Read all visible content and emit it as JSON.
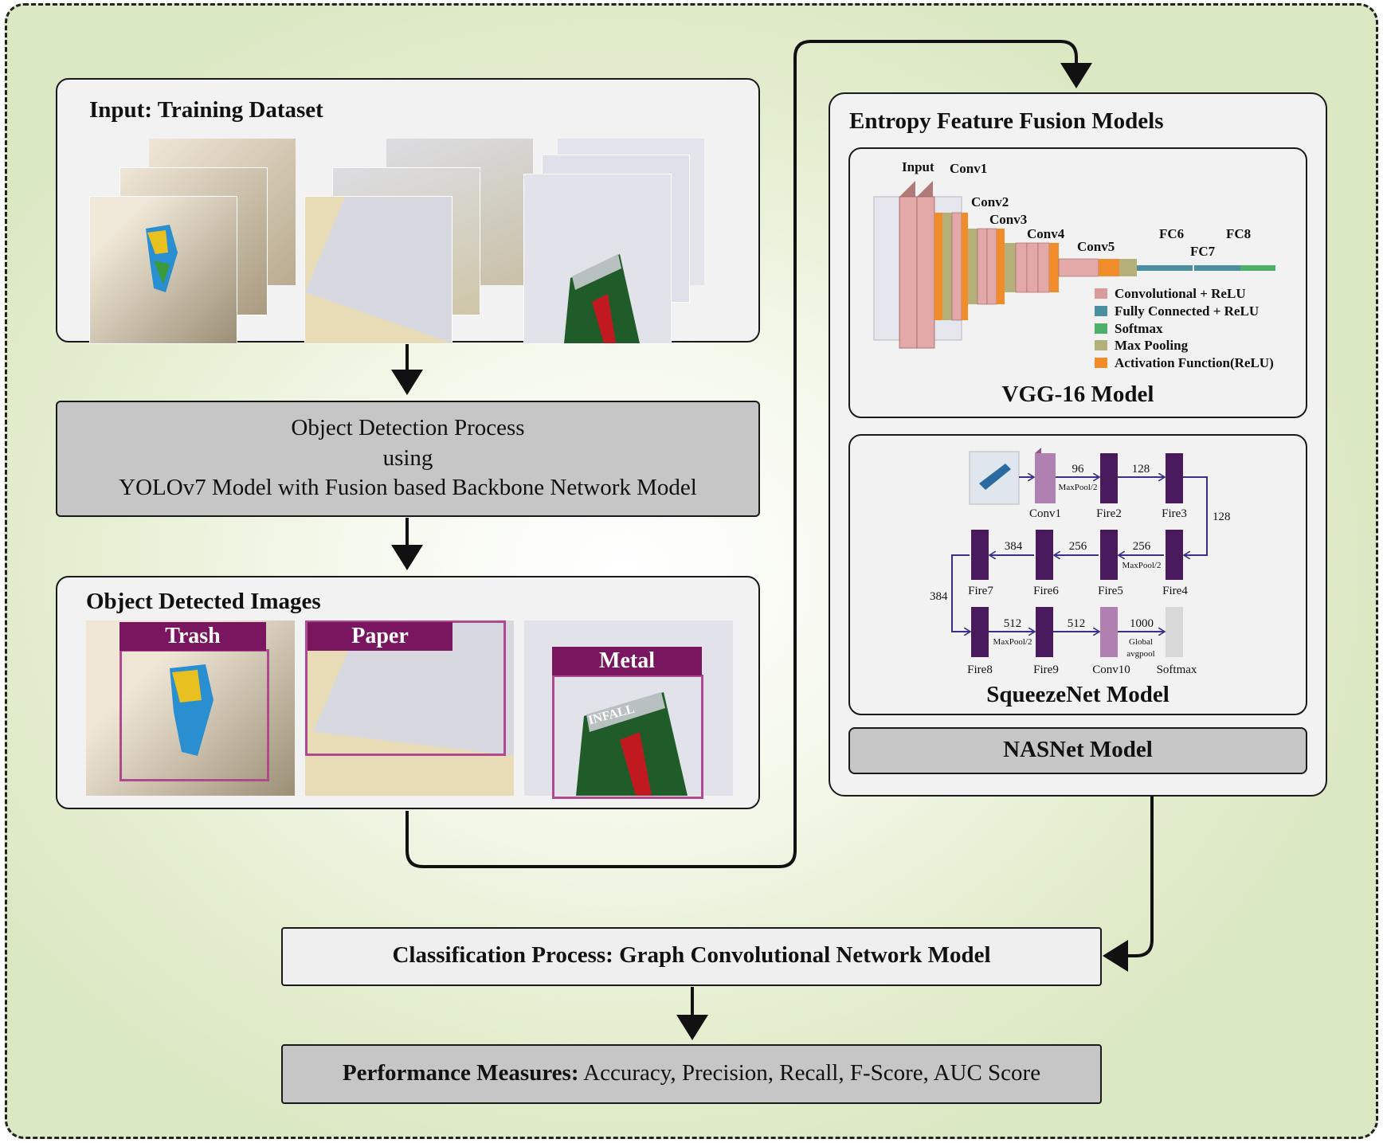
{
  "input_panel": {
    "title": "Input: Training Dataset"
  },
  "detection": {
    "line1": "Object Detection Process",
    "line2": "using",
    "line3": "YOLOv7 Model with Fusion based Backbone Network Model"
  },
  "detected_panel": {
    "title": "Object Detected Images",
    "labels": [
      "Trash",
      "Paper",
      "Metal"
    ],
    "can_text": "INFALL"
  },
  "fusion_panel": {
    "title": "Entropy Feature Fusion Models"
  },
  "vgg": {
    "title": "VGG-16 Model",
    "layer_labels": [
      "Input",
      "Conv1",
      "Conv2",
      "Conv3",
      "Conv4",
      "Conv5",
      "FC6",
      "FC7",
      "FC8"
    ],
    "legend": [
      {
        "label": "Convolutional + ReLU",
        "color": "#d99a9a"
      },
      {
        "label": "Fully Connected + ReLU",
        "color": "#4a8fa0"
      },
      {
        "label": "Softmax",
        "color": "#4caf6a"
      },
      {
        "label": "Max Pooling",
        "color": "#b5b07a"
      },
      {
        "label": "Activation Function(ReLU)",
        "color": "#f08c2a"
      }
    ]
  },
  "squeezenet": {
    "title": "SqueezeNet Model",
    "nodes": [
      "Conv1",
      "Fire2",
      "Fire3",
      "Fire4",
      "Fire5",
      "Fire6",
      "Fire7",
      "Fire8",
      "Fire9",
      "Conv10",
      "Softmax"
    ],
    "edge_labels": [
      "96",
      "128",
      "128",
      "256",
      "256",
      "384",
      "384",
      "512",
      "512",
      "1000"
    ],
    "notes": [
      "MaxPool/2",
      "MaxPool/2",
      "MaxPool/2",
      "Global",
      "avgpool"
    ]
  },
  "nasnet": {
    "title": "NASNet Model"
  },
  "classification": {
    "title": "Classification Process: Graph Convolutional Network Model"
  },
  "performance": {
    "label": "Performance Measures:",
    "metrics": "Accuracy, Precision, Recall, F-Score, AUC Score"
  },
  "colors": {
    "accent": "#7a1660",
    "panel_border": "#1a1a1a",
    "gray_box": "#c6c6c6",
    "fire_purple": "#4a1a5e",
    "arrow_blue": "#3a2f8f"
  }
}
